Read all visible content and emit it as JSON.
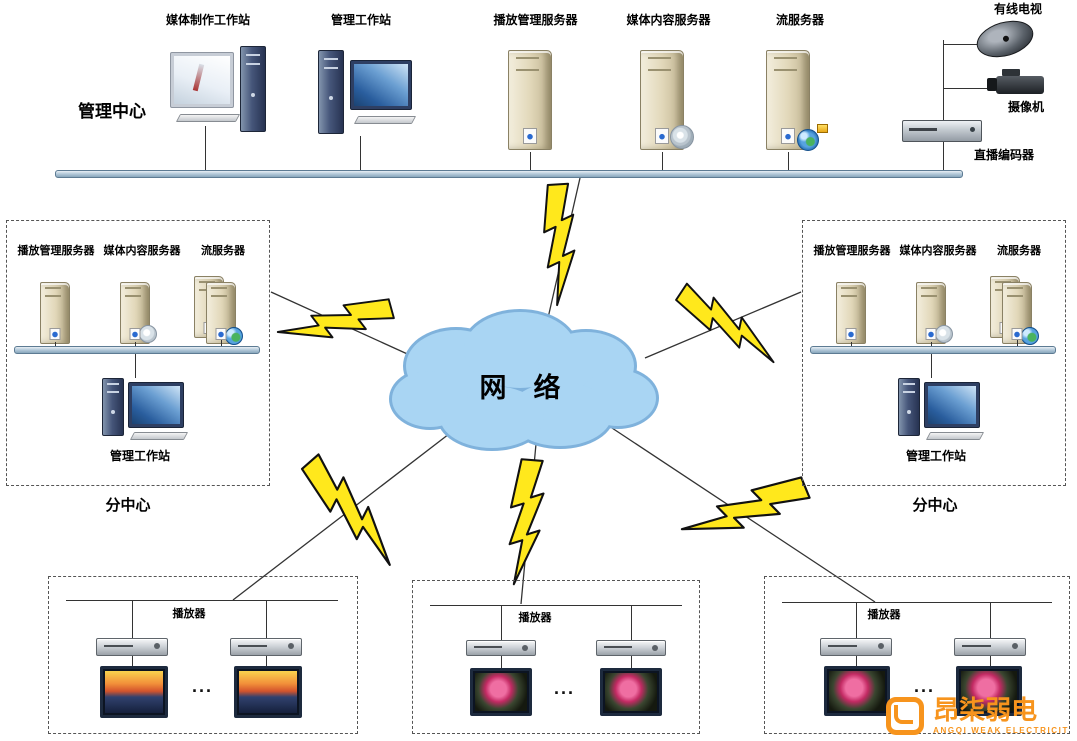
{
  "management_center": {
    "title": "管理中心",
    "devices": {
      "media_production_ws": "媒体制作工作站",
      "management_ws": "管理工作站",
      "playback_mgmt_server": "播放管理服务器",
      "media_content_server": "媒体内容服务器",
      "stream_server": "流服务器",
      "cable_tv": "有线电视",
      "camera": "摄像机",
      "live_encoder": "直播编码器"
    }
  },
  "network": {
    "label": "网　络"
  },
  "subcenter": {
    "title": "分中心",
    "servers": [
      "播放管理服务器",
      "媒体内容服务器",
      "流服务器"
    ],
    "workstation": "管理工作站"
  },
  "terminal_groups": {
    "player_label": "播放器",
    "ellipsis": "..."
  },
  "watermark": {
    "brand": "昂柒弱电",
    "subtitle": "ANGQI WEAK ELECTRICIT"
  },
  "colors": {
    "cloud_fill": "#a9d5f3",
    "bolt_yellow": "#ffe81c",
    "watermark_orange": "#f7941d"
  }
}
